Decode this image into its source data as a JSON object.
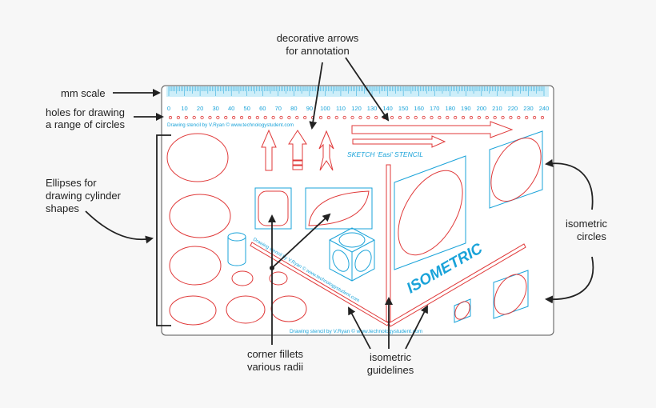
{
  "callouts": {
    "decorative_arrows": [
      "decorative arrows",
      "for annotation"
    ],
    "mm_scale": "mm scale",
    "holes": [
      "holes for drawing",
      "a range of circles"
    ],
    "ellipses": [
      "Ellipses for",
      "drawing cylinder",
      "shapes"
    ],
    "isometric_circles": [
      "isometric",
      "circles"
    ],
    "corner_fillets": [
      "corner fillets",
      "various radii"
    ],
    "isometric_guidelines": [
      "isometric",
      "guidelines"
    ]
  },
  "stencil": {
    "scale_numbers": [
      "0",
      "10",
      "20",
      "30",
      "40",
      "50",
      "60",
      "70",
      "80",
      "90",
      "100",
      "110",
      "120",
      "130",
      "140",
      "150",
      "160",
      "170",
      "180",
      "190",
      "200",
      "210",
      "220",
      "230",
      "240"
    ],
    "credit_top": "Drawing stencil by V.Ryan © www.technologystudent.com",
    "sketch_title": "SKETCH ‘Easi’ STENCIL",
    "isometric_label": "ISOMETRIC",
    "diagonal_credit": "Drawing stencil by V.Ryan © www.technologystudent.com",
    "credit_bottom": "Drawing stencil by V.Ryan © www.technologystudent.com"
  },
  "colors": {
    "outline_red": "#e03a3a",
    "stencil_blue": "#1aa3d9",
    "callout_text": "#222222",
    "arrow_dark": "#222222"
  }
}
